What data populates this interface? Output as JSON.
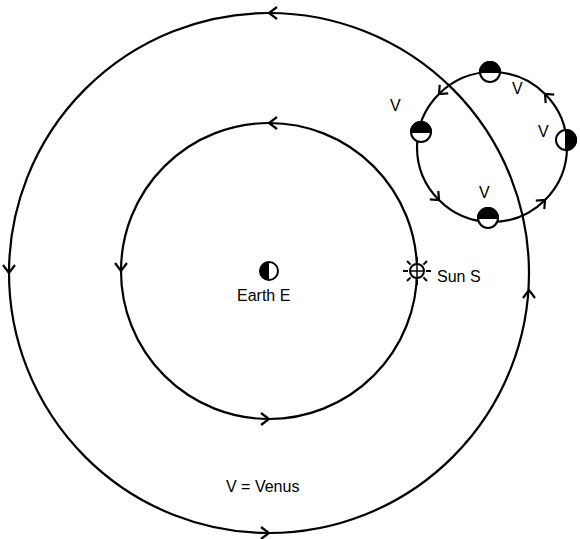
{
  "diagram": {
    "labels": [
      "V",
      "V",
      "V",
      "V",
      "Sun S",
      "Earth E",
      "V = Venus"
    ]
  }
}
